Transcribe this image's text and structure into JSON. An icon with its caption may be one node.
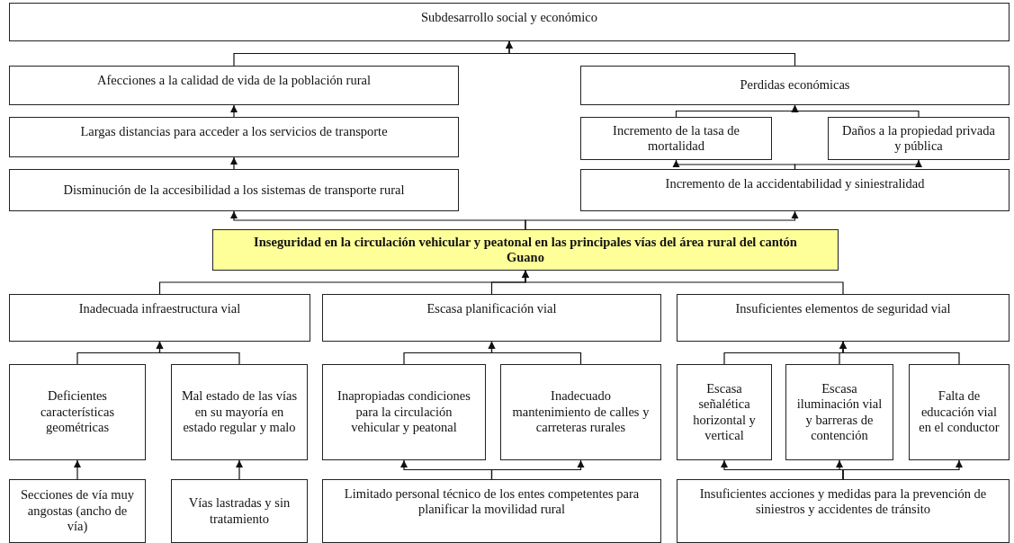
{
  "diagram": {
    "nodes": [
      {
        "text": [
          "Subdesarrollo social y económico"
        ]
      },
      {
        "text": [
          "Afecciones a la calidad de vida de la población rural"
        ]
      },
      {
        "text": [
          "Perdidas económicas"
        ]
      },
      {
        "text": [
          "Largas distancias para acceder a los servicios de transporte"
        ]
      },
      {
        "text": [
          "Incremento de la tasa de mortalidad"
        ]
      },
      {
        "text": [
          "Daños a la propiedad privada y pública"
        ]
      },
      {
        "text": [
          "Disminución de la accesibilidad a los sistemas de transporte rural"
        ]
      },
      {
        "text": [
          "Incremento de la accidentabilidad y siniestralidad"
        ]
      },
      {
        "text": [
          "Inseguridad en la circulación vehicular y peatonal en las principales vías del área rural del cantón Guano"
        ]
      },
      {
        "text": [
          "Inadecuada infraestructura vial"
        ]
      },
      {
        "text": [
          "Escasa planificación vial"
        ]
      },
      {
        "text": [
          "Insuficientes elementos de seguridad vial"
        ]
      },
      {
        "text": [
          "Deficientes características geométricas"
        ]
      },
      {
        "text": [
          "Mal estado de las vías en su mayoría en estado regular y malo"
        ]
      },
      {
        "text": [
          "Inapropiadas condiciones para la circulación vehicular y peatonal"
        ]
      },
      {
        "text": [
          "Inadecuado mantenimiento de calles y carreteras rurales"
        ]
      },
      {
        "text": [
          "Escasa señalética horizontal y vertical"
        ]
      },
      {
        "text": [
          "Escasa iluminación vial y barreras de contención"
        ]
      },
      {
        "text": [
          "Falta de educación vial en el conductor"
        ]
      },
      {
        "text": [
          "Secciones de vía muy angostas (ancho de vía)"
        ]
      },
      {
        "text": [
          "Vías lastradas y sin tratamiento"
        ]
      },
      {
        "text": [
          "Limitado personal técnico de los entes competentes para planificar la movilidad rural"
        ]
      },
      {
        "text": [
          "Insuficientes acciones y medidas para la prevención de siniestros y accidentes de tránsito"
        ]
      }
    ],
    "edges": [
      {
        "from": 1,
        "to": 0,
        "arrow": "to"
      },
      {
        "from": 2,
        "to": 0,
        "arrow": "to"
      },
      {
        "from": 3,
        "to": 1,
        "arrow": "to"
      },
      {
        "from": 4,
        "to": 2,
        "arrow": "to"
      },
      {
        "from": 5,
        "to": 2,
        "arrow": "to"
      },
      {
        "from": 6,
        "to": 3,
        "arrow": "to"
      },
      {
        "from": 7,
        "to": 4,
        "arrow": "to"
      },
      {
        "from": 7,
        "to": 5,
        "arrow": "to"
      },
      {
        "from": 8,
        "to": 6,
        "arrow": "to"
      },
      {
        "from": 8,
        "to": 7,
        "arrow": "to"
      },
      {
        "from": 9,
        "to": 8,
        "arrow": "to"
      },
      {
        "from": 10,
        "to": 8,
        "arrow": "to"
      },
      {
        "from": 11,
        "to": 8,
        "arrow": "to"
      },
      {
        "from": 12,
        "to": 9,
        "arrow": "to"
      },
      {
        "from": 13,
        "to": 9,
        "arrow": "to"
      },
      {
        "from": 14,
        "to": 10,
        "arrow": "to"
      },
      {
        "from": 15,
        "to": 10,
        "arrow": "to"
      },
      {
        "from": 16,
        "to": 11,
        "arrow": "to"
      },
      {
        "from": 17,
        "to": 11,
        "arrow": "to"
      },
      {
        "from": 18,
        "to": 11,
        "arrow": "to"
      },
      {
        "from": 19,
        "to": 12,
        "arrow": "to"
      },
      {
        "from": 20,
        "to": 13,
        "arrow": "to"
      },
      {
        "from": 21,
        "to": 14,
        "arrow": "to"
      },
      {
        "from": 21,
        "to": 15,
        "arrow": "to"
      },
      {
        "from": 22,
        "to": 16,
        "arrow": "to"
      },
      {
        "from": 22,
        "to": 17,
        "arrow": "to"
      },
      {
        "from": 22,
        "to": 18,
        "arrow": "to"
      }
    ]
  }
}
